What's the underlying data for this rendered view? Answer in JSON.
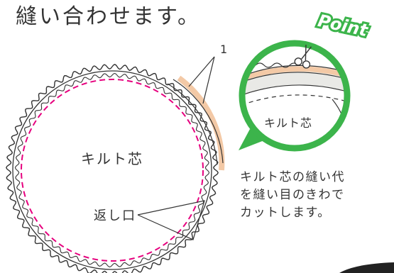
{
  "heading": "縫い合わせます。",
  "labels": {
    "quilt_core": "キルト芯",
    "opening": "返し口",
    "number_one": "1",
    "point_quilt_core": "キルト芯"
  },
  "point_badge": "Point",
  "note_lines": [
    "キルト芯の縫い代",
    "を縫い目のきわで",
    "カットします。"
  ],
  "colors": {
    "magenta_dash": "#e6007e",
    "green": "#3cb44b",
    "peach": "#f3c9a6",
    "quilt_gray": "#e9e9e6",
    "line": "#333333"
  },
  "icons": [
    "scissors-icon"
  ]
}
